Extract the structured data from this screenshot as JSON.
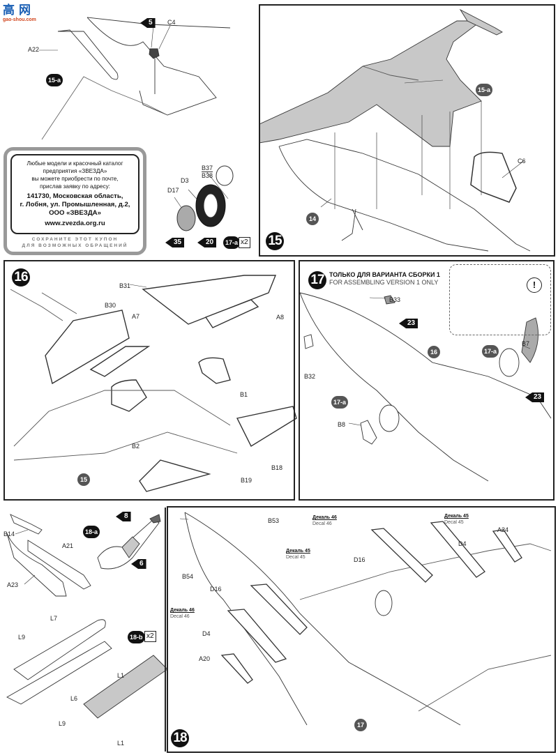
{
  "watermark": {
    "chinese": "高网",
    "url": "gao-shou.com"
  },
  "coupon": {
    "lines": [
      "Любые модели и красочный каталог",
      "предприятия «ЗВЕЗДА»",
      "вы можете приобрести по почте,",
      "прислав заявку по адресу:"
    ],
    "address": [
      "141730, Московская область,",
      "г. Лобня, ул. Промышленная, д.2,",
      "ООО «ЗВЕЗДА»"
    ],
    "website": "www.zvezda.org.ru",
    "footer": [
      "СОХРАНИТЕ ЭТОТ КУПОН",
      "ДЛЯ ВОЗМОЖНЫХ ОБРАЩЕНИЙ"
    ]
  },
  "steps": {
    "s15a": {
      "badge": "15-a",
      "parts": {
        "a22": "A22",
        "c4": "C4"
      },
      "paint": {
        "c4": "5"
      }
    },
    "s17a_wheel": {
      "badge": "17-a",
      "multiplier": "x2",
      "parts": {
        "b37": "B37",
        "b38": "B38",
        "d3": "D3",
        "d17": "D17"
      },
      "paint": {
        "d17": "35",
        "d3": "20"
      }
    },
    "s15": {
      "number": "15",
      "refs": {
        "r15a": "15-a",
        "r14": "14"
      },
      "parts": {
        "c6": "C6"
      }
    },
    "s16": {
      "number": "16",
      "refs": {
        "r15": "15"
      },
      "parts": {
        "b31": "B31",
        "b30": "B30",
        "a7": "A7",
        "a8": "A8",
        "b1": "B1",
        "b2": "B2",
        "b18": "B18",
        "b19": "B19"
      }
    },
    "s17": {
      "number": "17",
      "title_ru": "ТОЛЬКО ДЛЯ ВАРИАНТА СБОРКИ 1",
      "title_en": "FOR ASSEMBLING VERSION 1 ONLY",
      "refs": {
        "r16": "16",
        "r17a_1": "17-a",
        "r17a_2": "17-a"
      },
      "parts": {
        "b33": "B33",
        "b32": "B32",
        "b7": "B7",
        "b8": "B8"
      },
      "paint": {
        "b33": "23",
        "b7": "23"
      },
      "inset_warning": "!"
    },
    "s18a": {
      "badge": "18-a",
      "parts": {
        "b14": "B14",
        "a21": "A21",
        "a23": "A23"
      },
      "paint": {
        "nozzle": "8",
        "band": "6"
      }
    },
    "s18b": {
      "badge": "18-b",
      "multiplier": "x2",
      "parts": {
        "l7": "L7",
        "l9a": "L9",
        "l6": "L6",
        "l9b": "L9",
        "l1a": "L1",
        "l1b": "L1"
      }
    },
    "s18": {
      "number": "18",
      "refs": {
        "r17": "17"
      },
      "parts": {
        "b53": "B53",
        "b54": "B54",
        "d16a": "D16",
        "d4a": "D4",
        "a20": "A20",
        "d16b": "D16",
        "d4b": "D4",
        "a24": "A24"
      },
      "decals": {
        "left45": {
          "ru": "Декаль 45",
          "en": "Decal 45"
        },
        "left46": {
          "ru": "Декаль 46",
          "en": "Decal 46"
        },
        "right46": {
          "ru": "Декаль 46",
          "en": "Decal 46"
        },
        "right45": {
          "ru": "Декаль 45",
          "en": "Decal 45"
        }
      }
    }
  },
  "colors": {
    "wing_fill": "#c8c8c8",
    "badge": "#111111",
    "ref_badge": "#555555",
    "coupon_border": "#999999"
  }
}
